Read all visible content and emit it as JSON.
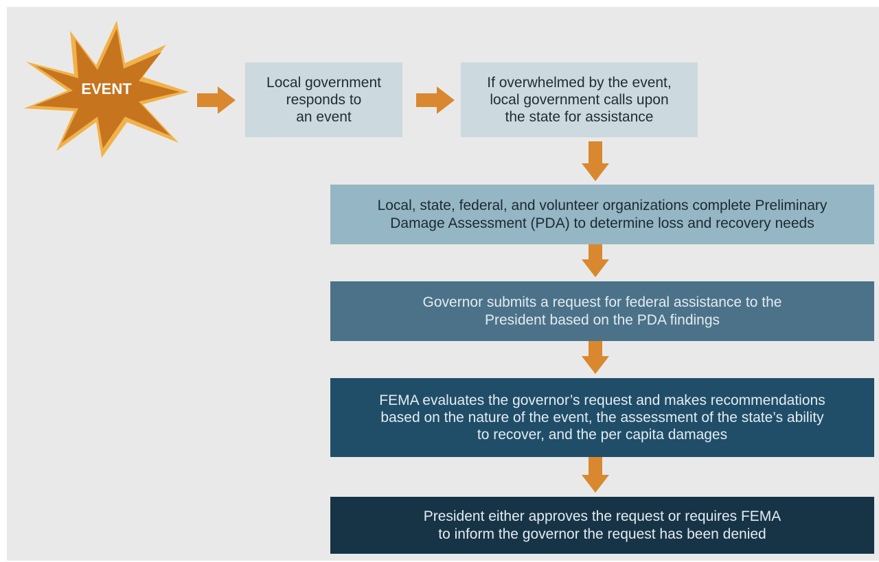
{
  "event_label": "EVENT",
  "steps": {
    "local": "Local government\nresponds to\nan event",
    "overwhelmed": "If overwhelmed by the event,\nlocal government calls upon\nthe state for assistance",
    "pda": "Local, state, federal, and volunteer organizations complete Preliminary\nDamage Assessment (PDA) to determine loss and recovery needs",
    "governor": "Governor submits a request for federal assistance to the\nPresident based on the PDA findings",
    "fema": "FEMA evaluates the governor’s request and makes recommendations\nbased on the nature of the event, the assessment of the state’s ability\nto recover, and the per capita damages",
    "president": "President either approves the request or requires FEMA\nto inform the governor the request has been denied"
  },
  "colors": {
    "arrow": "#d9882f",
    "starburst_fill": "#c7741f",
    "starburst_edge": "#f0b24a"
  }
}
